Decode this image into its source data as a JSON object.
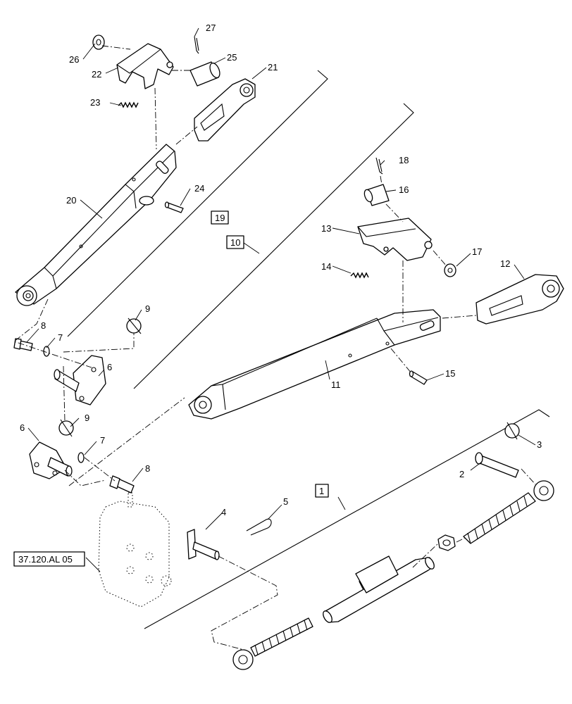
{
  "callouts": {
    "c1": "1",
    "c2": "2",
    "c3": "3",
    "c4": "4",
    "c5": "5",
    "c6a": "6",
    "c6b": "6",
    "c7a": "7",
    "c7b": "7",
    "c8a": "8",
    "c8b": "8",
    "c9a": "9",
    "c9b": "9",
    "c10": "10",
    "c11": "11",
    "c12": "12",
    "c13": "13",
    "c14": "14",
    "c15": "15",
    "c16": "16",
    "c17": "17",
    "c18": "18",
    "c19": "19",
    "c20": "20",
    "c21": "21",
    "c22": "22",
    "c23": "23",
    "c24": "24",
    "c25": "25",
    "c26": "26",
    "c27": "27"
  },
  "reference": {
    "label": "37.120.AL 05"
  },
  "icons": [
    "lower-link-arm",
    "check-chain",
    "top-link",
    "linch-pin",
    "spring"
  ]
}
